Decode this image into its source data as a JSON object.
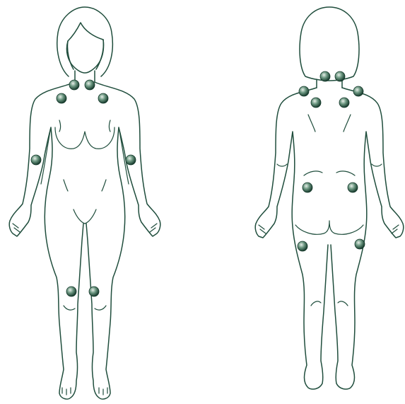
{
  "colors": {
    "outline": "#1f4d3c",
    "point_light": "#e8efe9",
    "point_mid": "#6f9a84",
    "point_dark": "#163a2c",
    "background": "#ffffff"
  },
  "figures": [
    {
      "id": "front-view"
    },
    {
      "id": "back-view"
    }
  ],
  "tender_point_count": 18
}
